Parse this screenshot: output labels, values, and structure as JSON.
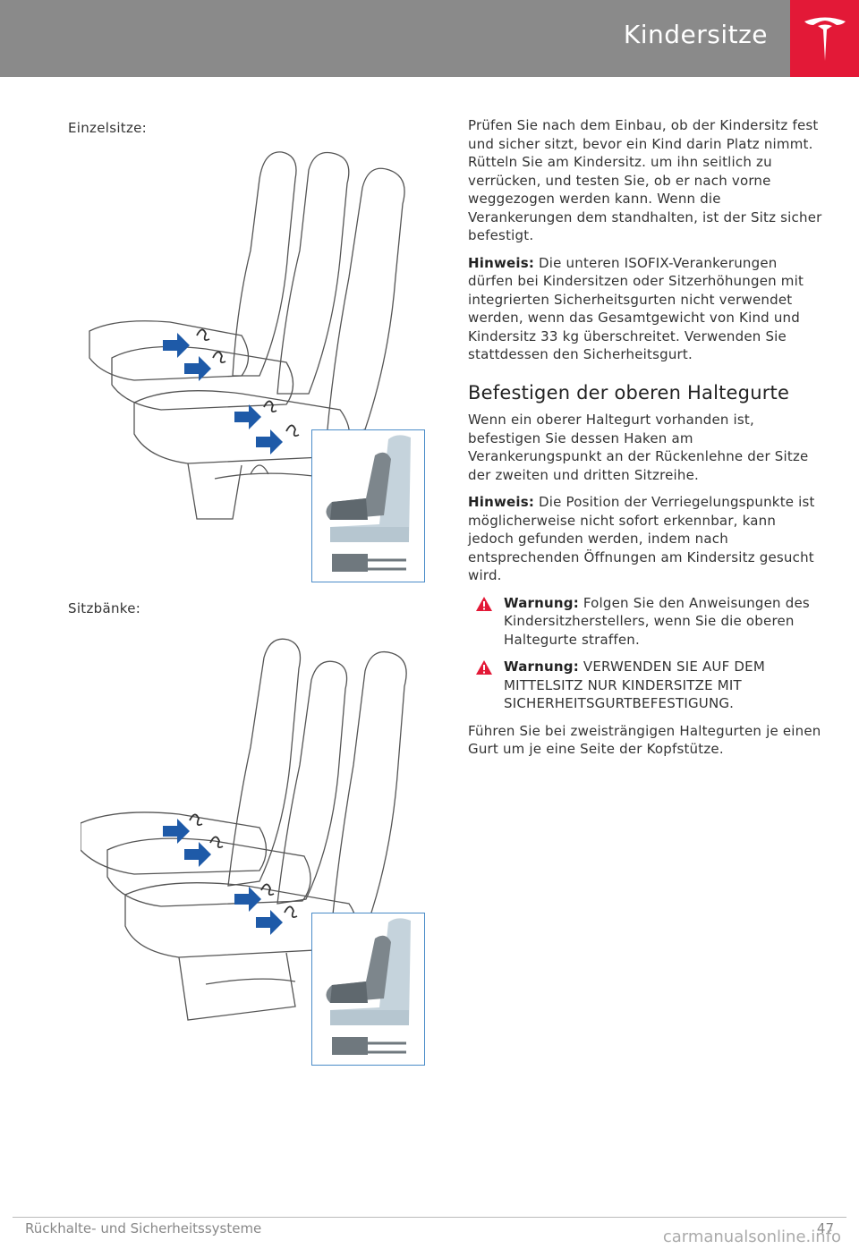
{
  "header": {
    "title": "Kindersitze"
  },
  "left": {
    "caption_single": "Einzelsitze:",
    "caption_bench": "Sitzbänke:"
  },
  "right": {
    "p1": "Prüfen Sie nach dem Einbau, ob der Kindersitz fest und sicher sitzt, bevor ein Kind darin Platz nimmt. Rütteln Sie am Kindersitz. um ihn seitlich zu verrücken, und testen Sie, ob er nach vorne weggezogen werden kann. Wenn die Verankerungen dem standhalten, ist der Sitz sicher befestigt.",
    "note1_label": "Hinweis:",
    "note1_text": " Die unteren ISOFIX-Verankerungen dürfen bei Kindersitzen oder Sitzerhöhungen mit integrierten Sicherheitsgurten nicht verwendet werden, wenn das Gesamtgewicht von Kind und Kindersitz 33 kg überschreitet. Verwenden Sie stattdessen den Sicherheitsgurt.",
    "heading": "Befestigen der oberen Haltegurte",
    "p2": "Wenn ein oberer Haltegurt vorhanden ist, befestigen Sie dessen Haken am Verankerungspunkt an der Rückenlehne der Sitze der zweiten und dritten Sitzreihe.",
    "note2_label": "Hinweis:",
    "note2_text": " Die Position der Verriegelungspunkte ist möglicherweise nicht sofort erkennbar, kann jedoch gefunden werden, indem nach entsprechenden Öffnungen am Kindersitz gesucht wird.",
    "warn1_label": "Warnung:",
    "warn1_text": " Folgen Sie den Anweisungen des Kindersitzherstellers, wenn Sie die oberen Haltegurte straffen.",
    "warn2_label": "Warnung:",
    "warn2_text": " VERWENDEN SIE AUF DEM MITTELSITZ NUR KINDERSITZE MIT SICHERHEITSGURTBEFESTIGUNG.",
    "p3": "Führen Sie bei zweisträngigen Haltegurten je einen Gurt um je eine Seite der Kopfstütze."
  },
  "footer": {
    "section": "Rückhalte- und Sicherheitssysteme",
    "page": "47",
    "watermark": "carmanualsonline.info"
  },
  "colors": {
    "header_bg": "#8a8a8a",
    "logo_bg": "#e31937",
    "arrow": "#1e5aa8",
    "warning": "#e31937"
  }
}
